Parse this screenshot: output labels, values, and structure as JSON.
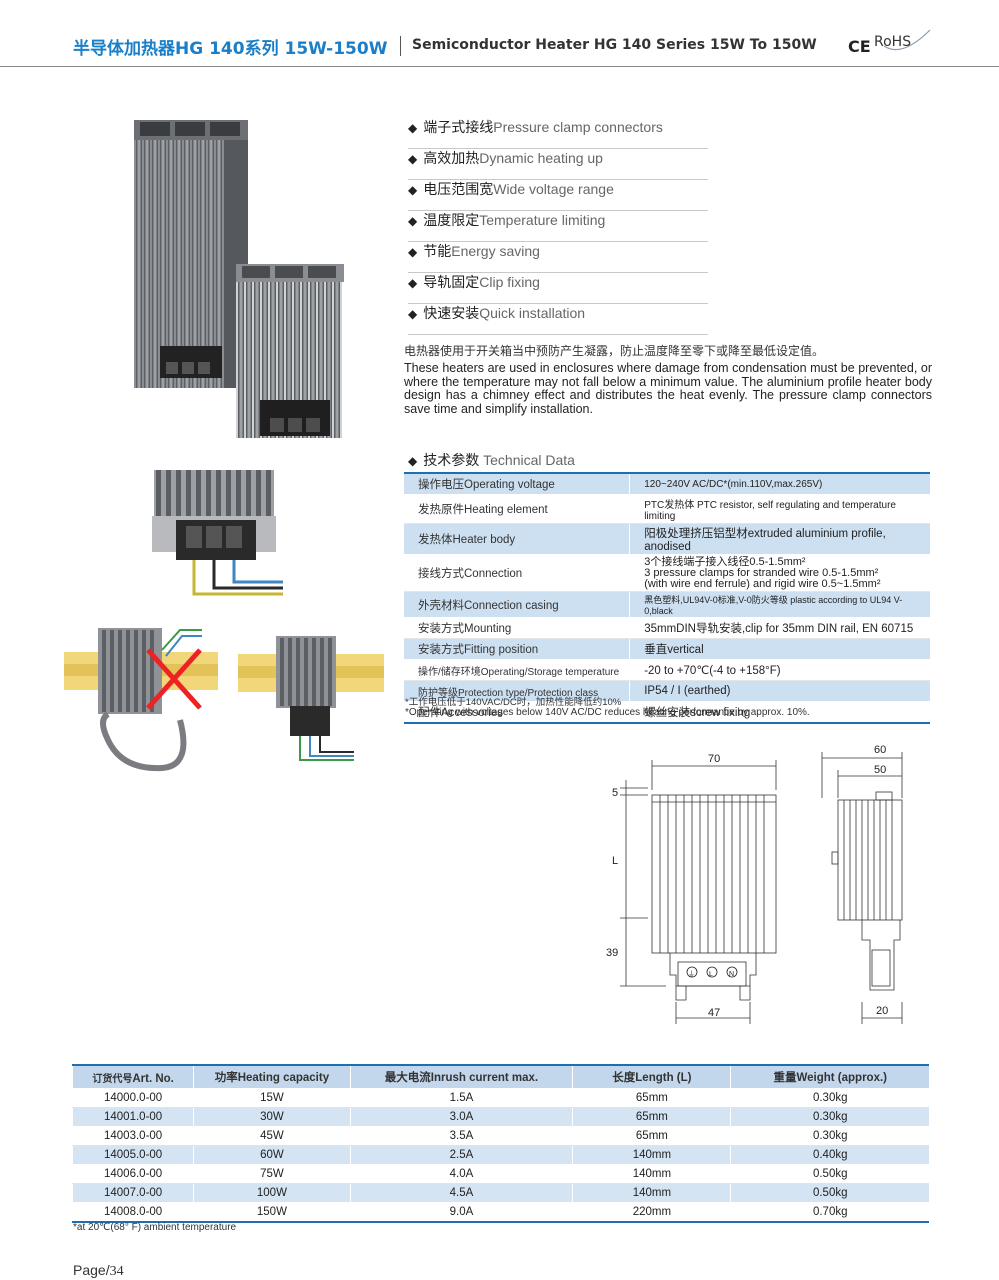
{
  "header": {
    "title_cn": "半导体加热器HG 140系列 15W-150W",
    "title_en": "Semiconductor Heater HG 140 Series 15W To 150W",
    "ce": "CE",
    "rohs": "RoHS"
  },
  "features": [
    {
      "cn": "端子式接线",
      "en": "Pressure clamp connectors"
    },
    {
      "cn": "高效加热",
      "en": "Dynamic heating up"
    },
    {
      "cn": "电压范围宽",
      "en": "Wide voltage range"
    },
    {
      "cn": "温度限定",
      "en": "Temperature limiting"
    },
    {
      "cn": "节能",
      "en": "Energy saving"
    },
    {
      "cn": "导轨固定",
      "en": "Clip fixing"
    },
    {
      "cn": "快速安装",
      "en": "Quick installation"
    }
  ],
  "description": {
    "cn": "电热器使用于开关箱当中预防产生凝露，防止温度降至零下或降至最低设定值。",
    "en": "These heaters are used in enclosures where damage from condensation must be prevented, or where the temperature may not fall below a minimum value. The aluminium profile heater body design has a chimney effect and distributes the heat evenly. The pressure clamp connectors save time and simplify installation."
  },
  "technical": {
    "heading_cn": "技术参数",
    "heading_en": "Technical Data",
    "rows": [
      {
        "label_cn": "操作电压",
        "label_en": "Operating voltage",
        "value": "120~240V AC/DC*(min.110V,max.265V)"
      },
      {
        "label_cn": "发热原件",
        "label_en": "Heating element",
        "value": "PTC发热体 PTC resistor, self regulating and temperature limiting"
      },
      {
        "label_cn": "发热体",
        "label_en": "Heater body",
        "value": "阳极处理挤压铝型材extruded aluminium profile, anodised"
      },
      {
        "label_cn": "接线方式",
        "label_en": "Connection",
        "value_lines": [
          "3个接线端子接入线径0.5-1.5mm²",
          "3 pressure clamps for stranded wire 0.5-1.5mm²",
          "(with wire end ferrule) and rigid wire 0.5~1.5mm²"
        ]
      },
      {
        "label_cn": "外壳材料",
        "label_en": "Connection casing",
        "value": "黑色塑料,UL94V-0标准,V-0防火等级 plastic according to UL94 V-0,black"
      },
      {
        "label_cn": "安装方式",
        "label_en": "Mounting",
        "value": "35mmDIN导轨安装,clip for 35mm DIN rail, EN 60715"
      },
      {
        "label_cn": "安装方式",
        "label_en": "Fitting position",
        "value": "垂直vertical"
      },
      {
        "label_cn": "操作/储存环境",
        "label_en": "Operating/Storage temperature",
        "value": "-20 to +70℃(-4 to +158°F)"
      },
      {
        "label_cn": "防护等级",
        "label_en": "Protection type/Protection class",
        "value": "IP54 / I (earthed)"
      },
      {
        "label_cn": "配件",
        "label_en": "Accessories",
        "value": "螺丝安装screw fixing"
      }
    ],
    "footnote_cn": "*工作电压低于140VAC/DC时，加热性能降低约10%",
    "footnote_en": "*Operating with voltages below 140V AC/DC reduces heating performance by approx. 10%."
  },
  "dimensions": {
    "width_front": "70",
    "width_side_outer": "60",
    "width_side_inner": "50",
    "top_offset": "5",
    "length": "L",
    "bottom_height": "39",
    "bottom_width": "47",
    "clip_depth": "20",
    "terminals": [
      "⏚",
      "L",
      "N"
    ]
  },
  "order_table": {
    "headers": [
      {
        "cn": "订货代号",
        "en": "Art. No."
      },
      {
        "cn": "功率",
        "en": "Heating capacity"
      },
      {
        "cn": "最大电流",
        "en": "Inrush current max."
      },
      {
        "cn": "长度",
        "en": "Length (L)"
      },
      {
        "cn": "重量",
        "en": "Weight (approx.)"
      }
    ],
    "rows": [
      [
        "14000.0-00",
        "15W",
        "1.5A",
        "65mm",
        "0.30kg"
      ],
      [
        "14001.0-00",
        "30W",
        "3.0A",
        "65mm",
        "0.30kg"
      ],
      [
        "14003.0-00",
        "45W",
        "3.5A",
        "65mm",
        "0.30kg"
      ],
      [
        "14005.0-00",
        "60W",
        "2.5A",
        "140mm",
        "0.40kg"
      ],
      [
        "14006.0-00",
        "75W",
        "4.0A",
        "140mm",
        "0.50kg"
      ],
      [
        "14007.0-00",
        "100W",
        "4.5A",
        "140mm",
        "0.50kg"
      ],
      [
        "14008.0-00",
        "150W",
        "9.0A",
        "220mm",
        "0.70kg"
      ]
    ],
    "note": "*at 20℃(68° F) ambient temperature"
  },
  "page": {
    "label": "Page/",
    "number": "34"
  }
}
